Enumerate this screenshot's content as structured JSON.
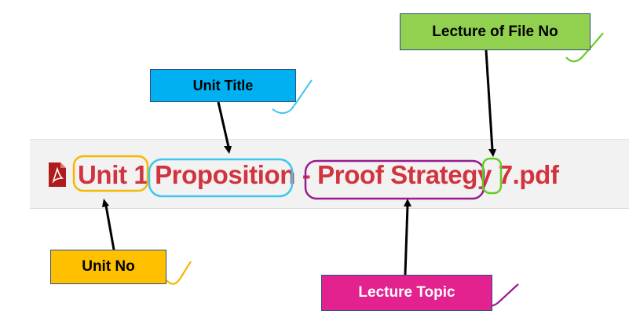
{
  "file_row": {
    "icon": "pdf-file-icon",
    "unit_no": "Unit 1",
    "unit_title": "Proposition",
    "separator": "-",
    "lecture_topic": "Proof Strategy",
    "lecture_no": "7",
    "extension": ".pdf",
    "text_color": "#d1343e"
  },
  "callouts": {
    "unit_title": {
      "label": "Unit Title",
      "color": "#00b0f0",
      "outline_color": "#3ec6ee"
    },
    "lecture_file_no": {
      "label": "Lecture of File No",
      "color": "#92d050",
      "outline_color": "#66cc22"
    },
    "unit_no": {
      "label": "Unit No",
      "color": "#ffc000",
      "outline_color": "#f5b800"
    },
    "lecture_topic": {
      "label": "Lecture Topic",
      "color": "#e3228f",
      "outline_color": "#9a1a8f"
    }
  }
}
